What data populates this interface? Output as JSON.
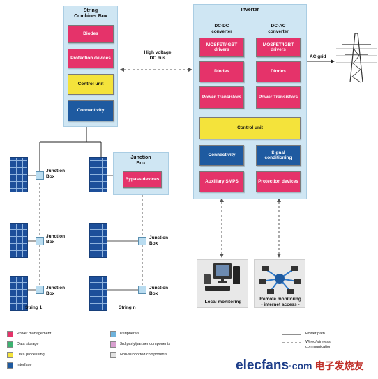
{
  "combiner": {
    "title": "String\nCombiner Box",
    "diodes": "Diodes",
    "protection": "Protection devices",
    "control": "Control unit",
    "connectivity": "Connectivity"
  },
  "bus_label": "High voltage\nDC bus",
  "inverter": {
    "title": "Inverter",
    "dcdc_title": "DC-DC\nconverter",
    "dcac_title": "DC-AC\nconverter",
    "mosfet_left": "MOSFET/IGBT drivers",
    "mosfet_right": "MOSFET/IGBT drivers",
    "diodes_left": "Diodes",
    "diodes_right": "Diodes",
    "power_left": "Power Transistors",
    "power_right": "Power Transistors",
    "control": "Control unit",
    "connectivity": "Connectivity",
    "signal": "Signal conditioning",
    "aux": "Auxiliary SMPS",
    "protection": "Protection devices"
  },
  "ac_grid": "AC grid",
  "junction_panel": {
    "title": "Junction\nBox",
    "bypass": "Bypass devices"
  },
  "junction_label": "Junction\nBox",
  "string1": "String 1",
  "stringn": "String n",
  "local_monitoring": "Local monitoring",
  "remote_monitoring": "Remote monitoring\n- internet access -",
  "legend": {
    "power_management": "Power management",
    "data_storage": "Data storage",
    "data_processing": "Data processing",
    "interface": "Interface",
    "peripherals": "Peripherals",
    "third_party": "3rd party/partner components",
    "non_supported": "Non-supported components",
    "power_path": "Power path",
    "wired": "Wired/wireless\ncommunication"
  },
  "colors": {
    "power_management": "#e5336a",
    "data_storage": "#3cb371",
    "data_processing": "#f4e33b",
    "interface": "#1e5aa0",
    "peripherals": "#6fb3dc",
    "third_party": "#d9a0d0",
    "non_supported": "#e2e2e2"
  },
  "watermark": {
    "brand": "elecfans",
    "domain": "·com",
    "chinese": "电子发烧友"
  }
}
